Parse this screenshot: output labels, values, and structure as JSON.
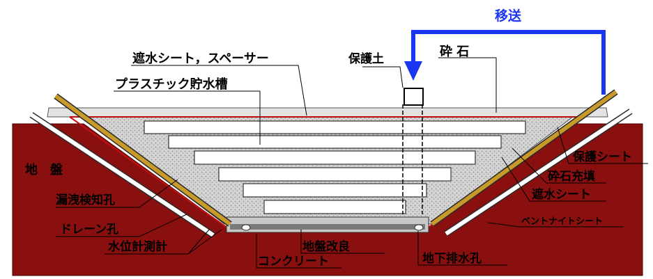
{
  "labels": {
    "transfer": "移送",
    "crushed_stone": "砕 石",
    "protective_soil": "保護土",
    "waterproof_sheet_spacer": "遮水シート，スペーサー",
    "plastic_tank": "プラスチック貯水槽",
    "ground": "地　盤",
    "leak_detection_hole": "漏洩検知孔",
    "drain_hole": "ドレーン孔",
    "water_level_gauge": "水位計測計",
    "concrete": "コンクリート",
    "ground_improvement": "地盤改良",
    "underground_drain_hole": "地下排水孔",
    "protective_sheet": "保護シート",
    "crushed_stone_fill": "砕石充填",
    "waterproof_sheet": "遮水シート",
    "bentonite_sheet": "ベントナイトシート"
  },
  "colors": {
    "ground": "#8a1010",
    "ground_edge": "#4a0000",
    "gravel": "#d6d6d6",
    "tank_fill": "#ffffff",
    "transfer_arrow": "#1a36f0",
    "leak_pipe": "#c89a2a",
    "drain_pipe": "#ffffff",
    "label_text": "#000000"
  }
}
